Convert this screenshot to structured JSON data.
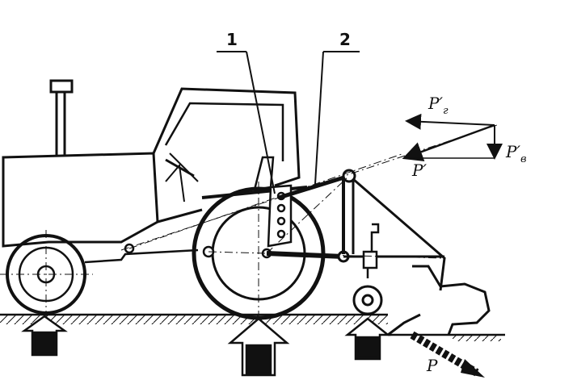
{
  "figure": {
    "callouts": [
      {
        "id": "callout-1",
        "text": "1"
      },
      {
        "id": "callout-2",
        "text": "2"
      }
    ],
    "force_labels": {
      "horizontal_component": "P′",
      "horizontal_subscript": "г",
      "vertical_component": "P′",
      "vertical_subscript": "в",
      "resultant_upper": "P′",
      "resultant_lower": "P"
    },
    "colors": {
      "ink": "#111111",
      "paper": "#ffffff"
    }
  }
}
